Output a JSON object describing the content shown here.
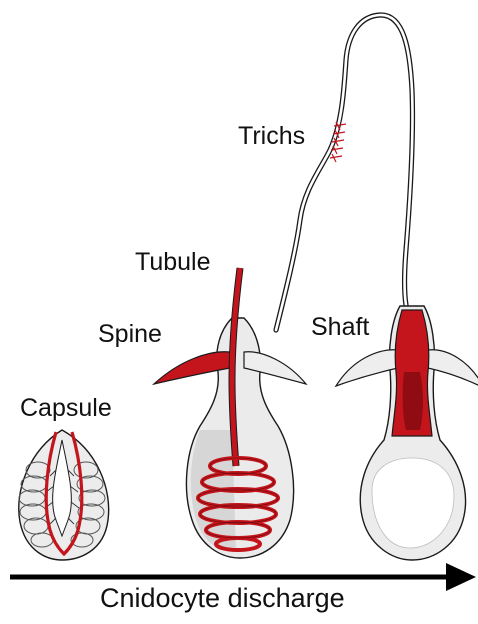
{
  "labels": {
    "capsule": "Capsule",
    "spine": "Spine",
    "tubule": "Tubule",
    "trichs": "Trichs",
    "shaft": "Shaft"
  },
  "axis": {
    "label": "Cnidocyte discharge"
  },
  "colors": {
    "tubule_red": "#c4151c",
    "dark_red": "#8e0c12",
    "capsule_fill": "#ececec",
    "capsule_shade": "#d4d4d4",
    "outline": "#1a1a1a",
    "arrow": "#000000"
  }
}
